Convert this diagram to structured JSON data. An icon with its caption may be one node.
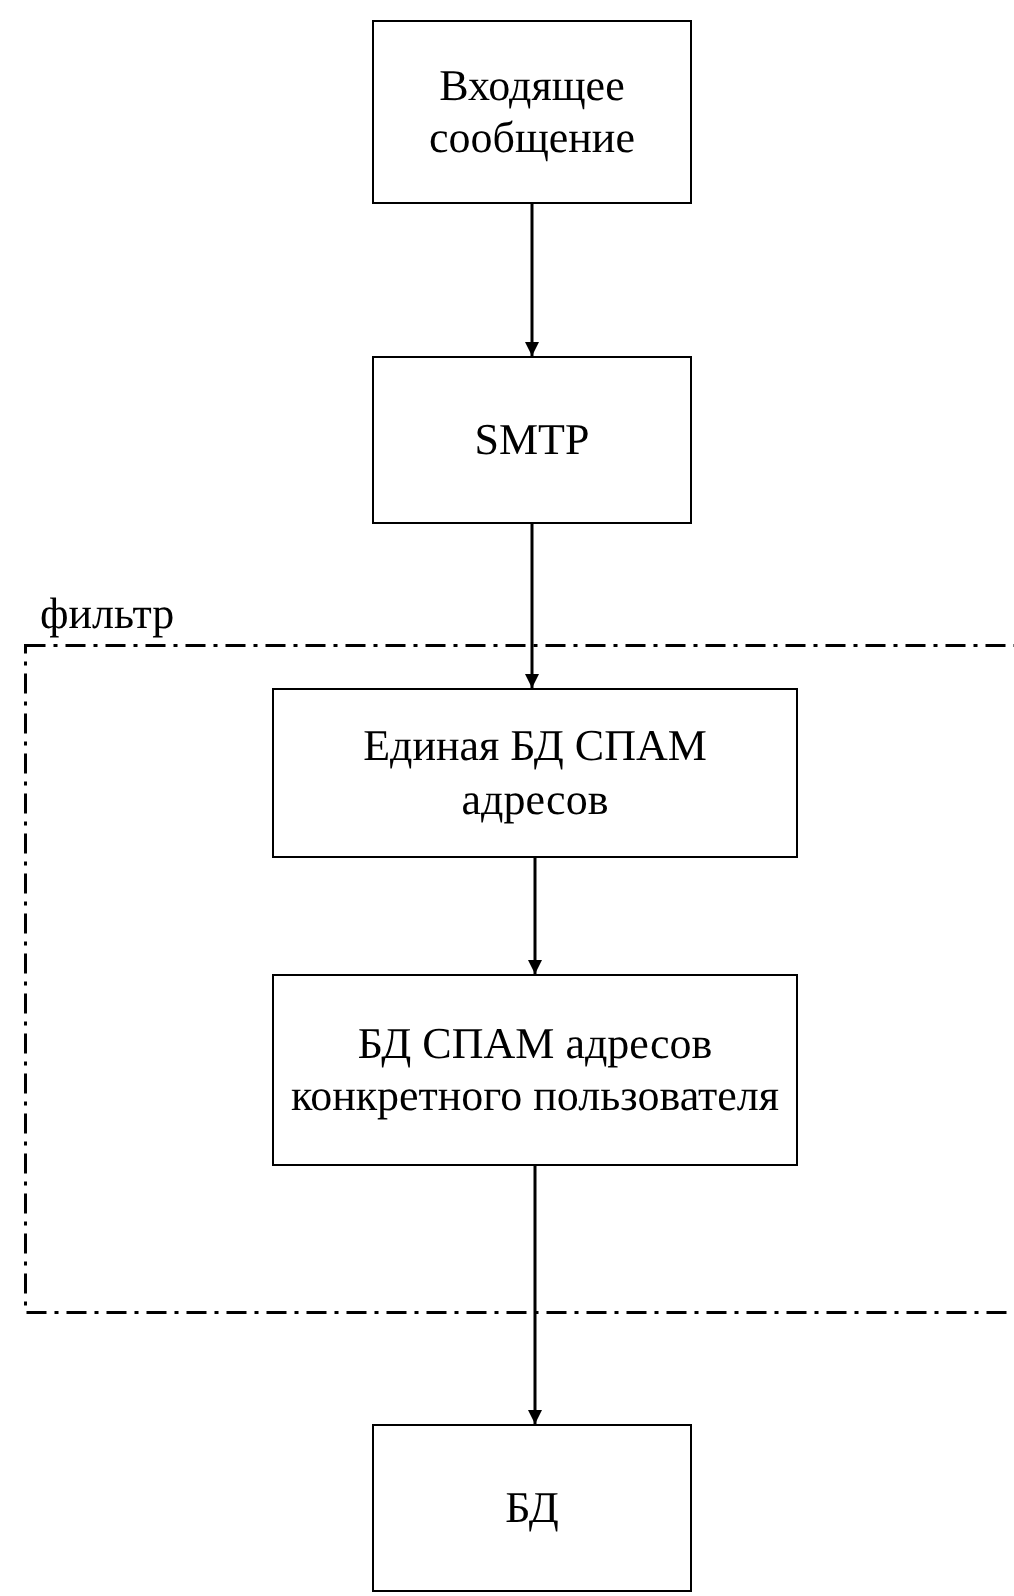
{
  "diagram": {
    "nodes": [
      {
        "text": [
          "Входящее сообщение"
        ]
      },
      {
        "text": [
          "SMTP"
        ]
      },
      {
        "text": [
          "фильтр"
        ]
      },
      {
        "text": [
          "Единая БД СПАМ адресов"
        ],
        "in": 2
      },
      {
        "text": [
          "БД СПАМ адресов конкретного пользователя"
        ],
        "in": 2
      },
      {
        "text": [
          "БД"
        ]
      }
    ],
    "edges": [
      {
        "from": 0,
        "to": 1,
        "arrow": "to"
      },
      {
        "from": 1,
        "to": 3,
        "arrow": "to"
      },
      {
        "from": 3,
        "to": 4,
        "arrow": "to"
      },
      {
        "from": 4,
        "to": 5,
        "arrow": "to"
      }
    ]
  }
}
